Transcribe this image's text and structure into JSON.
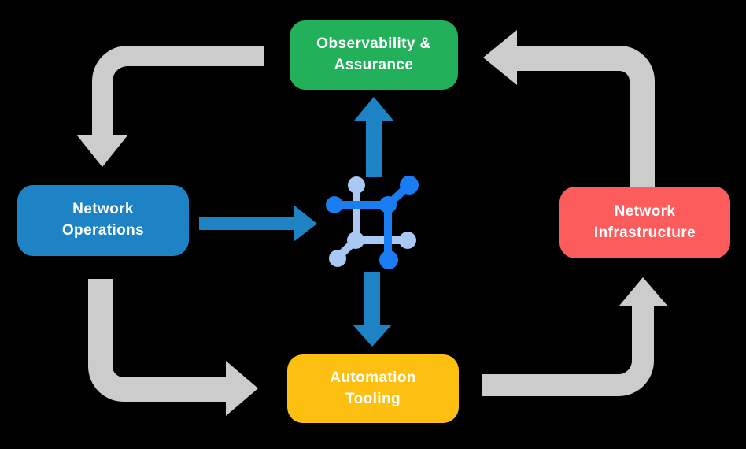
{
  "colors": {
    "background": "#000000",
    "box-green": "#22b05b",
    "box-blue": "#1d83c4",
    "box-red": "#fd5c5c",
    "box-yellow": "#fdc011",
    "arrow-gray": "#cccccc",
    "arrow-blue": "#1d83c4",
    "icon-dark-blue": "#1b7df2",
    "icon-light-blue": "#a9c8f3",
    "text": "#ffffff"
  },
  "nodes": {
    "observability": {
      "label": "Observability &\nAssurance",
      "color": "#22b05b"
    },
    "operations": {
      "label": "Network\nOperations",
      "color": "#1d83c4"
    },
    "infrastructure": {
      "label": "Network\nInfrastructure",
      "color": "#fd5c5c"
    },
    "automation": {
      "label": "Automation\nTooling",
      "color": "#fdc011"
    }
  },
  "center_icon": {
    "name": "network-nodes-icon"
  },
  "flows": {
    "gray_cycle": [
      {
        "from": "Observability & Assurance",
        "to": "Network Operations"
      },
      {
        "from": "Network Operations",
        "to": "Automation Tooling"
      },
      {
        "from": "Automation Tooling",
        "to": "Network Infrastructure"
      },
      {
        "from": "Network Infrastructure",
        "to": "Observability & Assurance"
      }
    ],
    "blue_flows": [
      {
        "from": "Network Operations",
        "to": "center icon"
      },
      {
        "from": "center icon",
        "to": "Observability & Assurance"
      },
      {
        "from": "center icon",
        "to": "Automation Tooling"
      }
    ]
  }
}
